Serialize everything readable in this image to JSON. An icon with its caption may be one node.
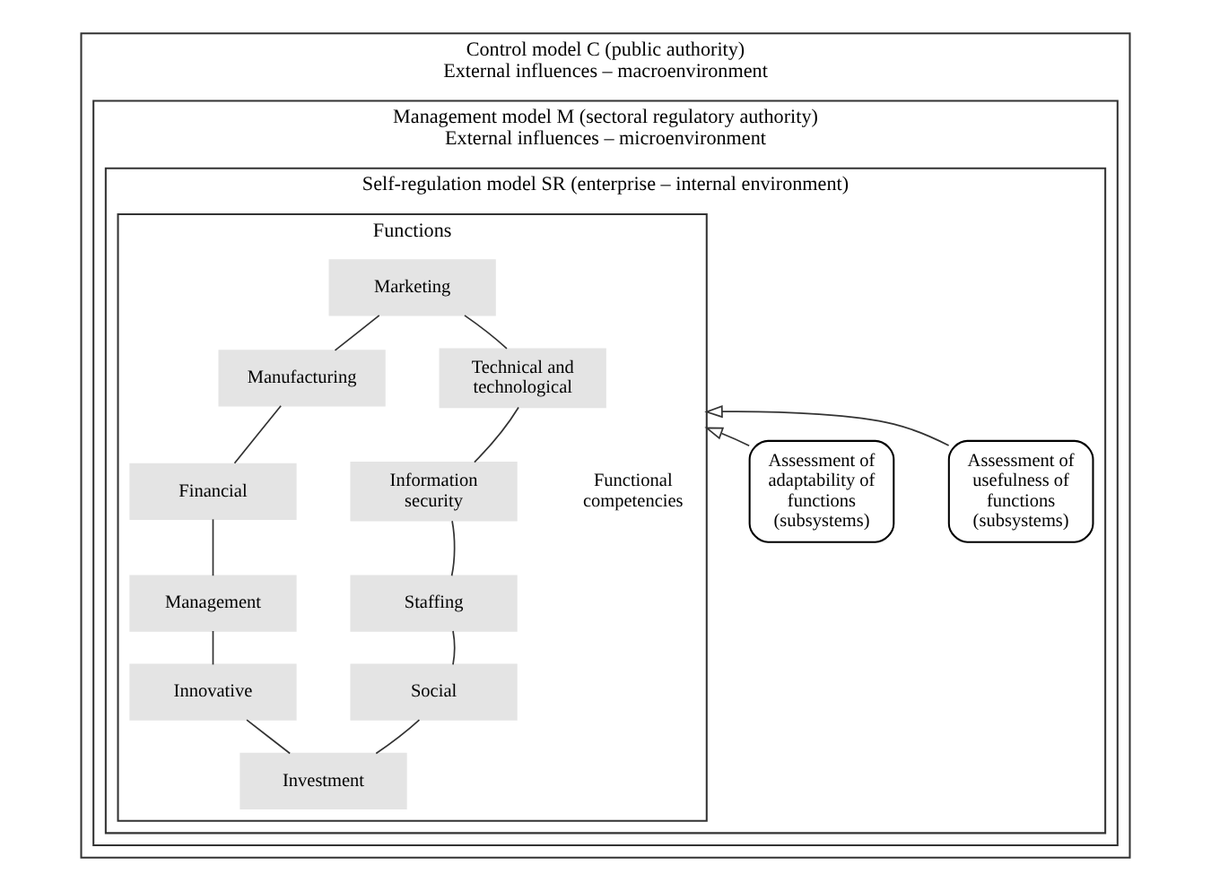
{
  "diagram": {
    "nodes": [
      {
        "text": [
          "Control model C (public authority)",
          "External influences – macroenvironment"
        ]
      },
      {
        "text": [
          "Management model M (sectoral regulatory authority)",
          "External influences – microenvironment"
        ],
        "in": 0
      },
      {
        "text": [
          "Self-regulation model SR (enterprise – internal environment)"
        ],
        "in": 1
      },
      {
        "text": [
          "Functions"
        ],
        "in": 2
      },
      {
        "text": [
          "Marketing"
        ],
        "in": 3
      },
      {
        "text": [
          "Manufacturing"
        ],
        "in": 3
      },
      {
        "text": [
          "Financial"
        ],
        "in": 3
      },
      {
        "text": [
          "Management"
        ],
        "in": 3
      },
      {
        "text": [
          "Innovative"
        ],
        "in": 3
      },
      {
        "text": [
          "Investment"
        ],
        "in": 3
      },
      {
        "text": [
          "Social"
        ],
        "in": 3
      },
      {
        "text": [
          "Staffing"
        ],
        "in": 3
      },
      {
        "text": [
          "Information security"
        ],
        "in": 3
      },
      {
        "text": [
          "Technical and technological"
        ],
        "in": 3
      },
      {
        "text": [
          "Assessment of usefulness of functions (subsystems)"
        ],
        "in": 2
      },
      {
        "text": [
          "Assessment of adaptability of functions (subsystems)"
        ],
        "in": 2
      }
    ],
    "edges": [
      {
        "from": 4,
        "to": 5,
        "arrow": "none"
      },
      {
        "from": 5,
        "to": 6,
        "arrow": "none"
      },
      {
        "from": 6,
        "to": 7,
        "arrow": "none"
      },
      {
        "from": 7,
        "to": 8,
        "arrow": "none"
      },
      {
        "from": 8,
        "to": 9,
        "arrow": "none"
      },
      {
        "from": 9,
        "to": 10,
        "arrow": "none"
      },
      {
        "from": 10,
        "to": 11,
        "arrow": "none"
      },
      {
        "from": 11,
        "to": 12,
        "arrow": "none"
      },
      {
        "from": 12,
        "to": 13,
        "arrow": "none"
      },
      {
        "from": 13,
        "to": 4,
        "arrow": "none"
      },
      {
        "from": 14,
        "to": 3,
        "arrow": "to"
      },
      {
        "from": 15,
        "to": 3,
        "arrow": "to"
      }
    ],
    "labels": [
      "Functional competencies"
    ]
  }
}
